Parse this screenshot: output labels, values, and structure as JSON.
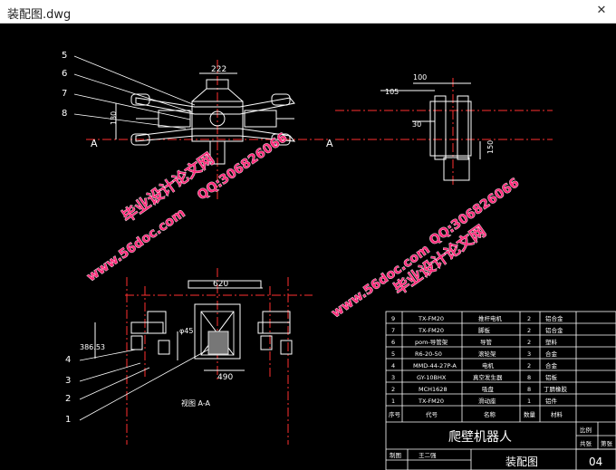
{
  "window": {
    "title": "装配图.dwg"
  },
  "top_view": {
    "leaders": [
      "5",
      "6",
      "7",
      "8"
    ],
    "dim_width": "222",
    "dim_height": "130",
    "section_marks": [
      "A",
      "A"
    ]
  },
  "side_view": {
    "dims": [
      "100",
      "105",
      "30",
      "150"
    ]
  },
  "front_view": {
    "dim_620": "620",
    "dim_490": "490",
    "dim_386": "386.53",
    "dim_phi": "φ45",
    "leaders": [
      "4",
      "3",
      "2",
      "1"
    ],
    "section_label": "视图 A-A"
  },
  "bom": {
    "rows": [
      [
        "9",
        "TX-FM20",
        "推杆电机",
        "2",
        "铝合金"
      ],
      [
        "7",
        "TX-FM20",
        "脚板",
        "2",
        "铝合金"
      ],
      [
        "6",
        "pom-导管架",
        "导管",
        "2",
        "塑料"
      ],
      [
        "5",
        "R6-20-50",
        "滚轮架",
        "3",
        "合金"
      ],
      [
        "4",
        "MMD-44-27P-A",
        "电机",
        "2",
        "合金"
      ],
      [
        "3",
        "GY-10BHX",
        "真空发生器",
        "8",
        "铝板"
      ],
      [
        "2",
        "MCH1628",
        "吸盘",
        "8",
        "丁腈橡胶"
      ],
      [
        "1",
        "TX-FM20",
        "滑动座",
        "1",
        "铝件"
      ]
    ],
    "header": [
      "序号",
      "代号",
      "名称",
      "数量",
      "材料"
    ],
    "title": "爬壁机器人",
    "subtitle": "装配图",
    "sheet_no": "04",
    "right_labels": [
      "比例",
      "共张",
      "第张"
    ],
    "bottom_labels": [
      "制图",
      "王二强"
    ]
  },
  "watermarks": [
    "毕业设计论文网",
    "www.56doc.com",
    "QQ:306826066"
  ]
}
